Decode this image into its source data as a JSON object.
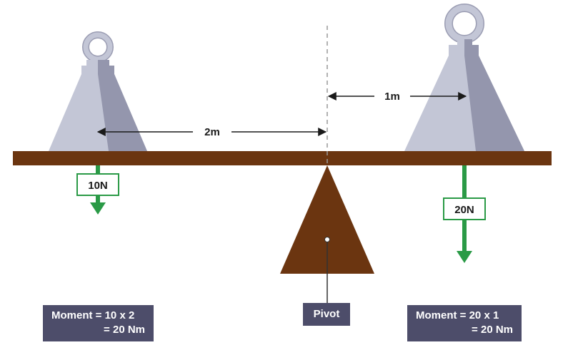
{
  "distances": {
    "left": "2m",
    "right": "1m"
  },
  "forces": {
    "left": "10N",
    "right": "20N"
  },
  "pivot_label": "Pivot",
  "moments": {
    "left": {
      "line1": "Moment = 10 x 2",
      "line2": "= 20 Nm"
    },
    "right": {
      "line1": "Moment = 20 x 1",
      "line2": "= 20 Nm"
    }
  },
  "colors": {
    "beam": "#6b3510",
    "pivot": "#6b3510",
    "weight_light": "#c3c6d6",
    "weight_dark": "#9496ad",
    "ring": "#c3c6d6",
    "ring_stroke": "#9a9cb2",
    "force_arrow": "#2a9a46",
    "box": "#4d4d6a"
  },
  "icons": [
    "weight-icon",
    "ring-icon",
    "pivot-triangle-icon"
  ]
}
